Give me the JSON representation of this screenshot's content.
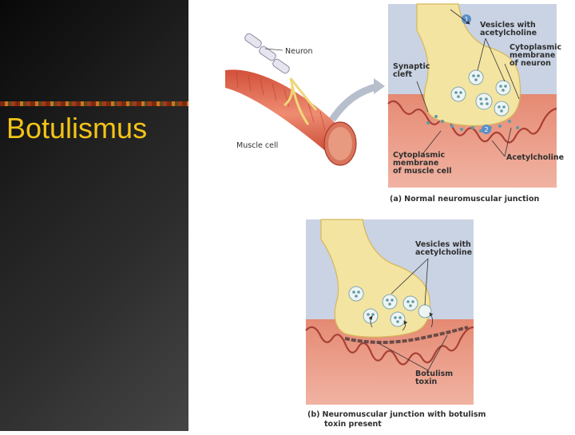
{
  "slide": {
    "title": "Botulismus"
  },
  "colors": {
    "title": "#f2c418",
    "neuron": "#f3e4a2",
    "muscle": "#e8836f",
    "cleft": "#c9d3e3",
    "vesicle_dot": "#5f9aa6"
  },
  "figure_top": {
    "labels": {
      "neuron": "Neuron",
      "muscle_cell": "Muscle cell",
      "vesicles_1": "Vesicles with",
      "vesicles_2": "acetylcholine",
      "cyto_neuron_1": "Cytoplasmic",
      "cyto_neuron_2": "membrane",
      "cyto_neuron_3": "of neuron",
      "synaptic_1": "Synaptic",
      "synaptic_2": "cleft",
      "cyto_muscle_1": "Cytoplasmic",
      "cyto_muscle_2": "membrane",
      "cyto_muscle_3": "of muscle cell",
      "acetylcholine": "Acetylcholine",
      "step1": "1",
      "step2": "2"
    },
    "caption": {
      "letter": "(a)",
      "text": "Normal neuromuscular junction"
    }
  },
  "figure_bottom": {
    "labels": {
      "vesicles_1": "Vesicles with",
      "vesicles_2": "acetylcholine",
      "toxin_1": "Botulism",
      "toxin_2": "toxin"
    },
    "caption": {
      "letter": "(b)",
      "line1": "Neuromuscular junction with botulism",
      "line2": "toxin present"
    }
  }
}
